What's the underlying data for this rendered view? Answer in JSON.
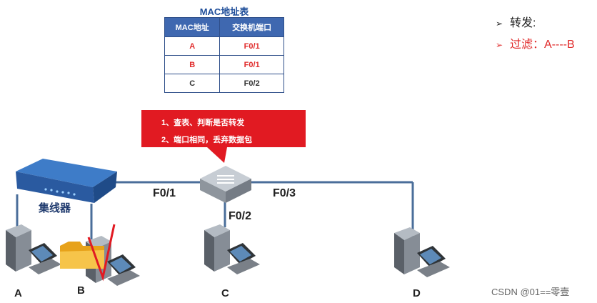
{
  "mac_table": {
    "title": "MAC地址表",
    "headers": [
      "MAC地址",
      "交换机端口"
    ],
    "rows": [
      {
        "mac": "A",
        "port": "F0/1"
      },
      {
        "mac": "B",
        "port": "F0/1"
      },
      {
        "mac": "C",
        "port": "F0/2"
      }
    ]
  },
  "bullets": [
    {
      "marker": "➢",
      "text": "转发:"
    },
    {
      "marker": "➢",
      "text": "过滤：A----B"
    }
  ],
  "callout": {
    "lines": [
      "1、查表、判断是否转发",
      "2、端口相同，丢弃数据包"
    ]
  },
  "devices": {
    "hub_label": "集线器",
    "ports": [
      "F0/1",
      "F0/3",
      "F0/2"
    ],
    "pcs": [
      "A",
      "B",
      "C",
      "D"
    ]
  },
  "watermark": "CSDN @01==零壹",
  "colors": {
    "accent_red": "#e11a22",
    "link_blue": "#4a6e9a",
    "table_header": "#3f68b0"
  }
}
